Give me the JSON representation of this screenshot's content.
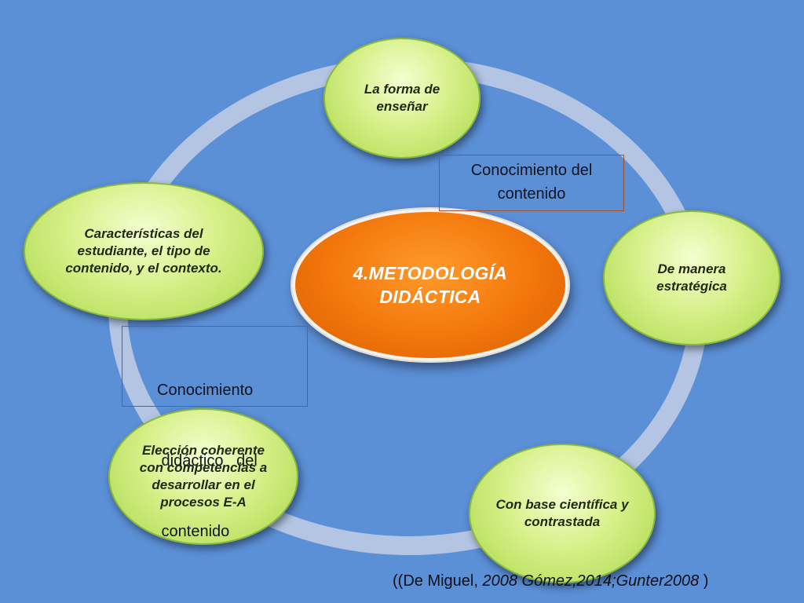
{
  "diagram": {
    "center": {
      "label": "4.METODOLOGÍA DIDÁCTICA"
    },
    "nodes": [
      {
        "id": "top",
        "label": "La forma de enseñar"
      },
      {
        "id": "right",
        "label": "De manera estratégica"
      },
      {
        "id": "bottom-right",
        "label": "Con base científica y contrastada"
      },
      {
        "id": "bottom-left",
        "label": "Elección coherente con competencias a desarrollar en el procesos E-A"
      },
      {
        "id": "left",
        "label": "Características del estudiante, el tipo de contenido, y el contexto."
      }
    ],
    "textboxes": [
      {
        "id": "contenido",
        "label": "Conocimiento del contenido"
      },
      {
        "id": "didactico",
        "line1": "Conocimiento",
        "line2": " didáctico   del",
        "line3": " contenido"
      }
    ],
    "citation": {
      "prefix": "((De Miguel, ",
      "italic": "2008 Gómez,2014;Gunter2008",
      "suffix": " )"
    }
  },
  "colors": {
    "background": "#5b8fd6",
    "ring": "#b3c5e3",
    "node_fill": "#d7f08a",
    "center_fill": "#f2760b",
    "textbox_border": "#a0512a"
  }
}
